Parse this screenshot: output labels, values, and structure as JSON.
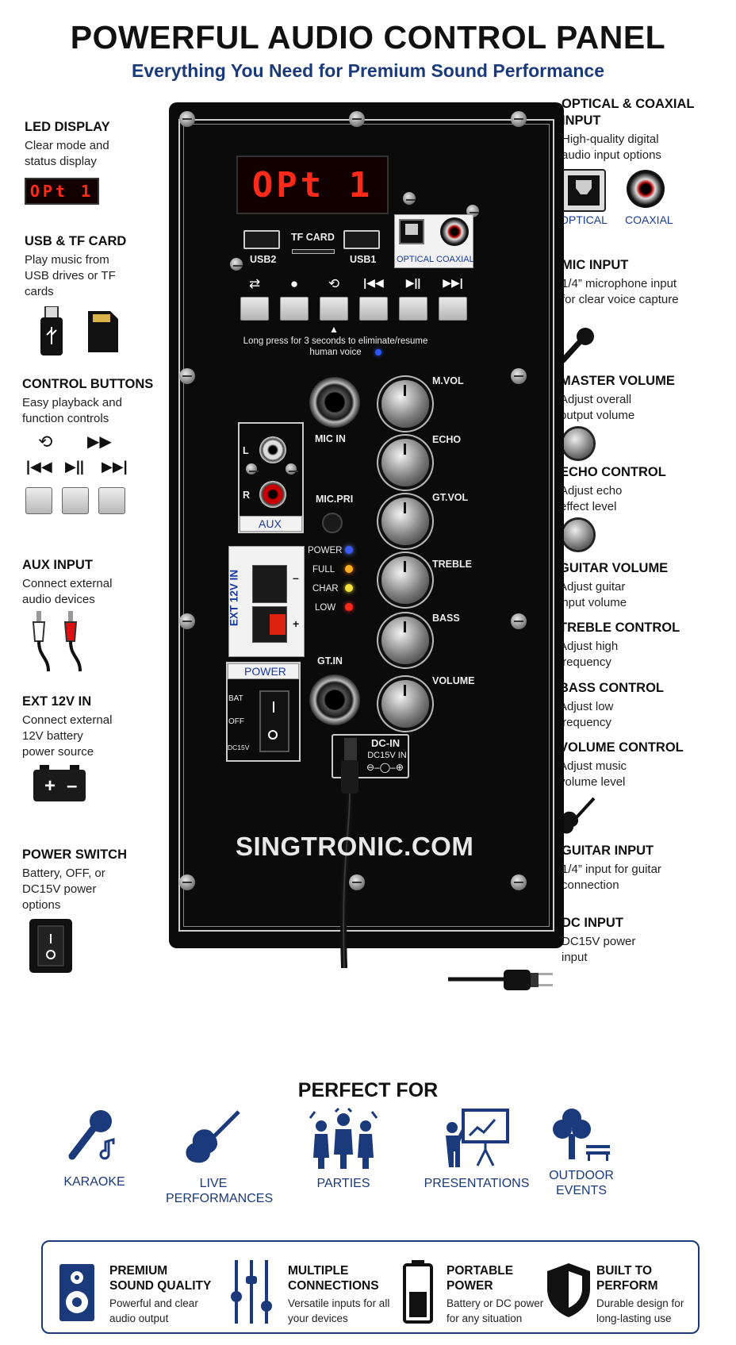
{
  "header": {
    "title": "POWERFUL AUDIO CONTROL PANEL",
    "subtitle": "Everything You Need for Premium Sound Performance"
  },
  "left_features": [
    {
      "title": "LED DISPLAY",
      "desc": "Clear mode and status display",
      "display": "OPt 1"
    },
    {
      "title": "USB & TF CARD",
      "desc": "Play music from USB drives or TF cards"
    },
    {
      "title": "CONTROL BUTTONS",
      "desc": "Easy playback and function controls"
    },
    {
      "title": "AUX INPUT",
      "desc": "Connect external audio devices"
    },
    {
      "title": "EXT 12V IN",
      "desc": "Connect external 12V battery power source"
    },
    {
      "title": "POWER SWITCH",
      "desc": "Battery, OFF, or DC15V power options"
    }
  ],
  "right_features": [
    {
      "title": "OPTICAL & COAXIAL INPUT",
      "desc": "High-quality digital audio input options",
      "optical_label": "OPTICAL",
      "coaxial_label": "COAXIAL"
    },
    {
      "title": "MIC INPUT",
      "desc": "1/4” microphone input for clear voice capture"
    },
    {
      "title": "MASTER VOLUME",
      "desc": "Adjust overall output volume"
    },
    {
      "title": "ECHO CONTROL",
      "desc": "Adjust echo effect level"
    },
    {
      "title": "GUITAR VOLUME",
      "desc": "Adjust guitar input volume"
    },
    {
      "title": "TREBLE CONTROL",
      "desc": "Adjust high frequency"
    },
    {
      "title": "BASS CONTROL",
      "desc": "Adjust low frequency"
    },
    {
      "title": "VOLUME CONTROL",
      "desc": "Adjust music volume level"
    },
    {
      "title": "GUITAR INPUT",
      "desc": "1/4” input for guitar connection"
    },
    {
      "title": "DC INPUT",
      "desc": "DC15V power input"
    }
  ],
  "panel": {
    "display": "OPt 1",
    "tf_card": "TF CARD",
    "usb2": "USB2",
    "usb1": "USB1",
    "optical": "OPTICAL",
    "coaxial": "COAXIAL",
    "long_press_note": "Long press for 3 seconds to eliminate/resume human voice",
    "mic_in": "MIC IN",
    "aux": "AUX",
    "aux_l": "L",
    "aux_r": "R",
    "mic_pri": "MIC.PRI",
    "ext12v": "EXT 12V IN",
    "minus": "–",
    "plus": "+",
    "leds": [
      "POWER",
      "FULL",
      "CHAR",
      "LOW"
    ],
    "power": "POWER",
    "power_modes": [
      "BAT",
      "OFF",
      "DC15V"
    ],
    "gt_in": "GT.IN",
    "dc_in": "DC-IN",
    "dc_in_sub": "DC15V IN",
    "knobs": [
      "M.VOL",
      "ECHO",
      "GT.VOL",
      "TREBLE",
      "BASS",
      "VOLUME"
    ],
    "brand": "SINGTRONIC.COM"
  },
  "perfect_for": {
    "title": "PERFECT FOR",
    "items": [
      {
        "label": "KARAOKE",
        "icon": "microphone-icon"
      },
      {
        "label": "LIVE PERFORMANCES",
        "icon": "guitar-icon"
      },
      {
        "label": "PARTIES",
        "icon": "people-icon"
      },
      {
        "label": "PRESENTATIONS",
        "icon": "presenter-icon"
      },
      {
        "label": "OUTDOOR EVENTS",
        "icon": "tree-icon"
      }
    ]
  },
  "bottom_features": [
    {
      "title": "PREMIUM SOUND QUALITY",
      "desc": "Powerful and clear audio output",
      "icon": "speaker-icon"
    },
    {
      "title": "MULTIPLE CONNECTIONS",
      "desc": "Versatile inputs for all your devices",
      "icon": "sliders-icon"
    },
    {
      "title": "PORTABLE POWER",
      "desc": "Battery or DC power for any situation",
      "icon": "battery-icon"
    },
    {
      "title": "BUILT TO PERFORM",
      "desc": "Durable design for long-lasting use",
      "icon": "shield-icon"
    }
  ],
  "colors": {
    "brand_blue": "#1a3a7c",
    "led_red": "#ff2a1a",
    "panel": "#0b0b0b"
  }
}
